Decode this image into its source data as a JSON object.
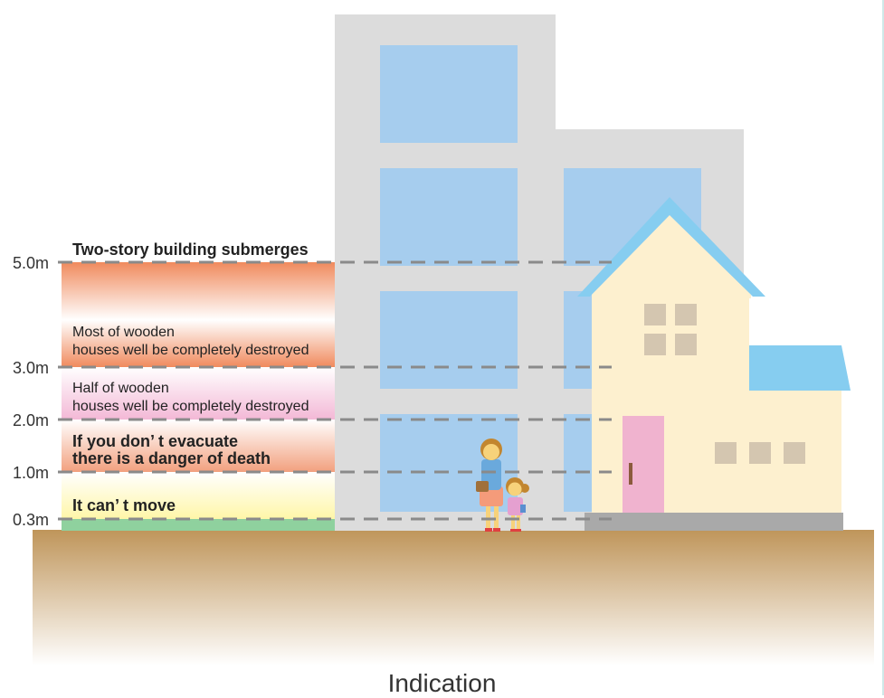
{
  "diagram": {
    "caption": "Indication",
    "levels": [
      {
        "tick": "5.0m",
        "desc_lines": [
          "Two-story building submerges"
        ]
      },
      {
        "tick": "3.0m",
        "desc_lines": [
          "Most of wooden",
          "houses well be completely destroyed"
        ]
      },
      {
        "tick": "2.0m",
        "desc_lines": [
          "Half of wooden",
          "houses well be completely destroyed"
        ]
      },
      {
        "tick": "1.0m",
        "desc_lines": [
          "If you don’ t evacuate",
          "there is a danger of death"
        ]
      },
      {
        "tick": "0.3m",
        "desc_lines": [
          "It can’ t move"
        ]
      }
    ],
    "colors": {
      "band_orange": "#f08a5d",
      "band_pink": "#f3b8d6",
      "band_salmon": "#f2a07e",
      "band_yellow": "#fff6a8",
      "band_green": "#8fd19e",
      "building_gray": "#dcdcdc",
      "window_blue": "#a6cdee",
      "house_cream": "#fdf0cf",
      "roof_blue": "#86cdf0",
      "door_pink": "#f0b3cf",
      "ground_brown": "#bf955a"
    }
  }
}
